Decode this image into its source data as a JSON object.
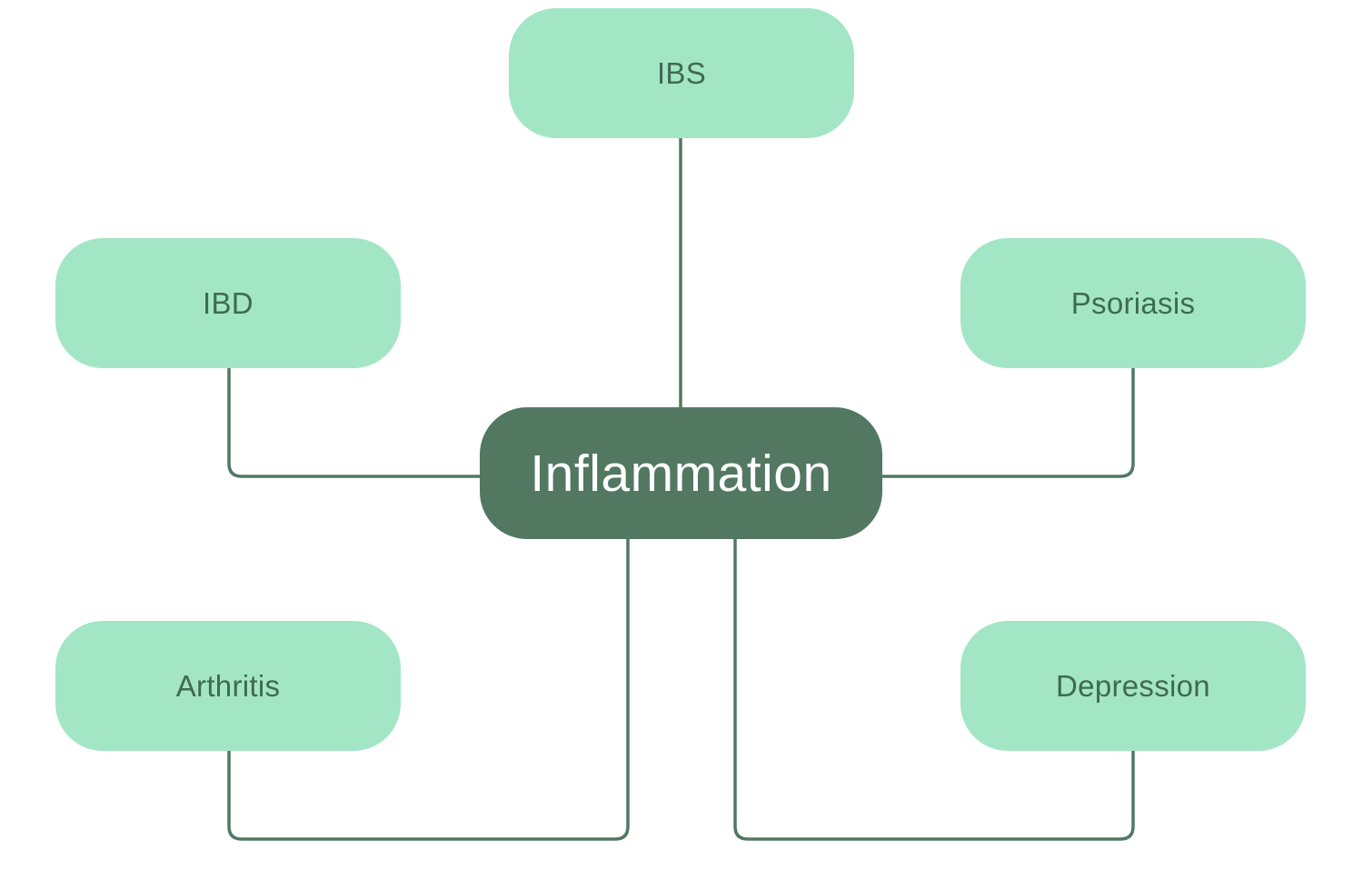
{
  "diagram": {
    "center": {
      "label": "Inflammation"
    },
    "nodes": [
      {
        "id": "ibs",
        "label": "IBS"
      },
      {
        "id": "ibd",
        "label": "IBD"
      },
      {
        "id": "psoriasis",
        "label": "Psoriasis"
      },
      {
        "id": "arthritis",
        "label": "Arthritis"
      },
      {
        "id": "depression",
        "label": "Depression"
      }
    ]
  },
  "colors": {
    "center_fill": "#527862",
    "center_text": "#ffffff",
    "node_fill": "#a3e6c5",
    "node_text": "#3f6a53",
    "connector": "#527862",
    "background": "#ffffff"
  }
}
